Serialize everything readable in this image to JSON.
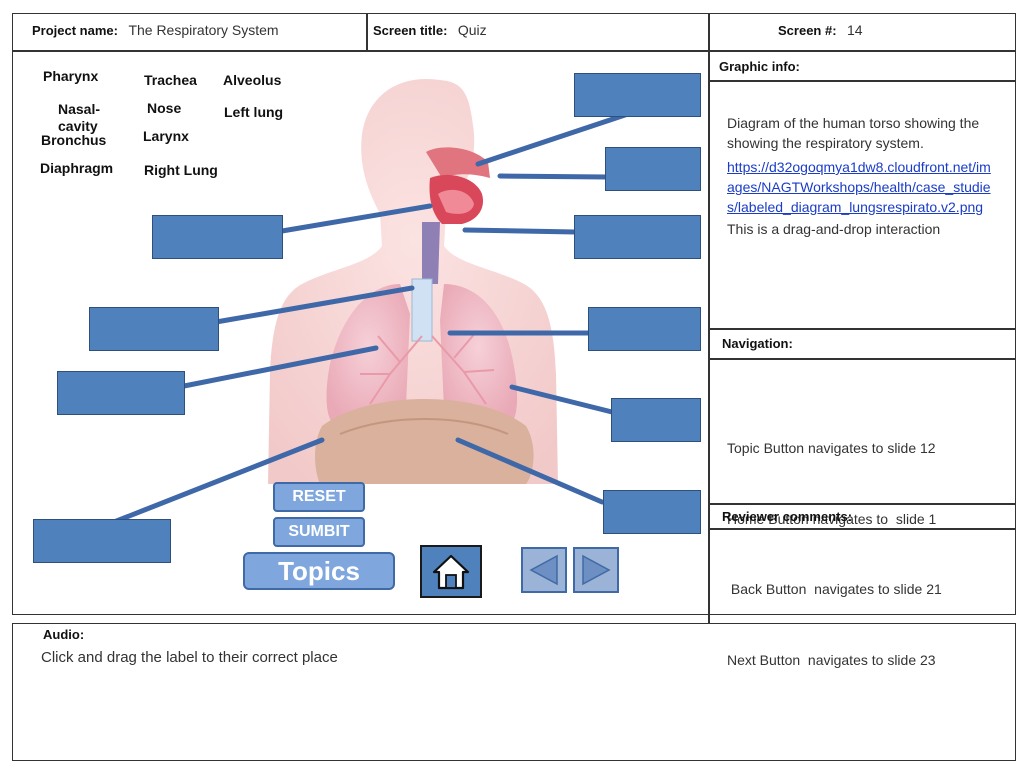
{
  "header": {
    "project_label": "Project name:",
    "project_value": "The Respiratory System",
    "screen_title_label": "Screen title:",
    "screen_title_value": "Quiz",
    "screen_num_label": "Screen #:",
    "screen_num_value": "14"
  },
  "word_bank": [
    "Pharynx",
    "Trachea",
    "Alveolus",
    "Nasal-cavity",
    "Nose",
    "Left lung",
    "Bronchus",
    "Larynx",
    "Diaphragm",
    "Right Lung"
  ],
  "controls": {
    "reset_label": "RESET",
    "submit_label": "SUMBIT",
    "topics_label": "Topics"
  },
  "graphic_info": {
    "title": "Graphic info:",
    "description": "Diagram of the human torso showing the showing the respiratory system.",
    "url": "https://d32ogoqmya1dw8.cloudfront.net/images/NAGTWorkshops/health/case_studies/labeled_diagram_lungsrespirato.v2.png",
    "note": "This is a drag-and-drop interaction"
  },
  "navigation": {
    "title": "Navigation:",
    "items": [
      "Topic Button navigates to slide 12",
      "Home Button navigates to  slide 1",
      " Back Button  navigates to slide 21",
      "Next Button  navigates to slide 23"
    ]
  },
  "reviewer": {
    "title": "Reviewer comments:"
  },
  "audio": {
    "title": "Audio:",
    "text": "Click and drag the label to their correct place"
  },
  "colors": {
    "drop_zone": "#4f81bd",
    "button": "#7fa7de",
    "button_border": "#3f6aa6"
  }
}
